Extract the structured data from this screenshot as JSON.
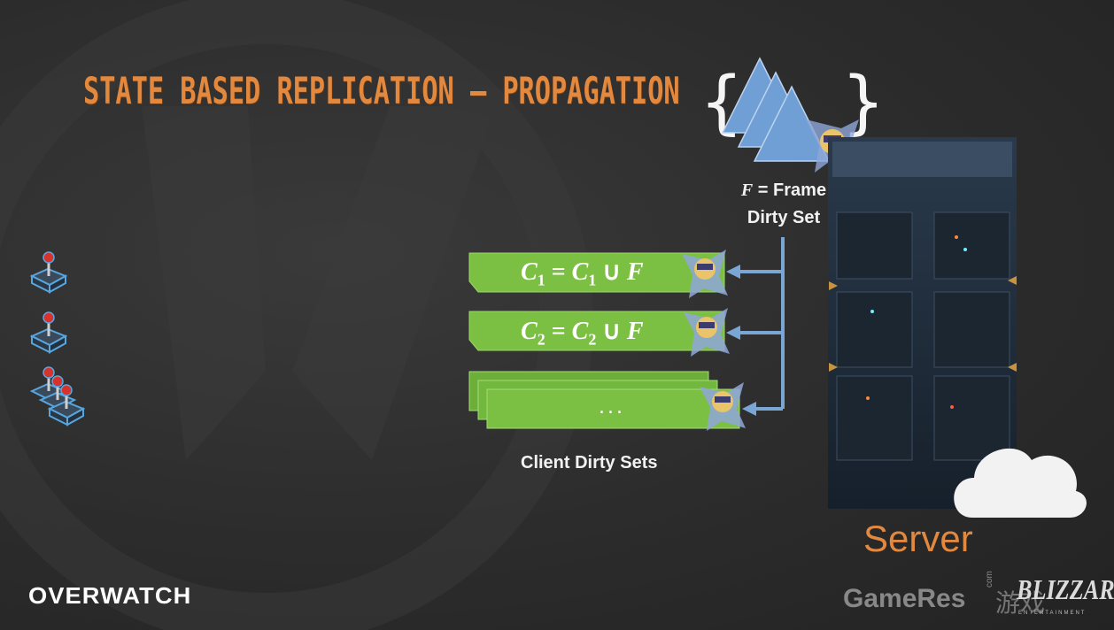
{
  "slide": {
    "title": "STATE BASED REPLICATION – PROPAGATION",
    "frame_label_var": "F",
    "frame_label_rest": " = Frame",
    "frame_label_line2": "Dirty Set",
    "client_sets": [
      {
        "name": "C",
        "sub": "1",
        "op": " = ",
        "name2": "C",
        "sub2": "1",
        "union": " ∪ ",
        "var": "F"
      },
      {
        "name": "C",
        "sub": "2",
        "op": " = ",
        "name2": "C",
        "sub2": "2",
        "union": " ∪ ",
        "var": "F"
      }
    ],
    "more_sets": "...",
    "client_caption": "Client Dirty Sets",
    "server_label": "Server",
    "brand_left": "OVERWATCH",
    "watermark": "GameRes",
    "watermark_com": "com",
    "watermark_cn": "游戏",
    "brand_right": "BLIZZARD",
    "brand_right_sub": "ENTERTAINMENT"
  },
  "colors": {
    "title": "#e3883f",
    "set_green": "#7cc043",
    "arrow_blue": "#7aa6d6",
    "triangle_blue": "#6f9fd4",
    "server_label": "#e3883f"
  },
  "icons": [
    "joystick-icon",
    "multi-joystick-icon",
    "character-icon",
    "cloud-icon",
    "server-rack-icon",
    "triangle-set-icon"
  ]
}
